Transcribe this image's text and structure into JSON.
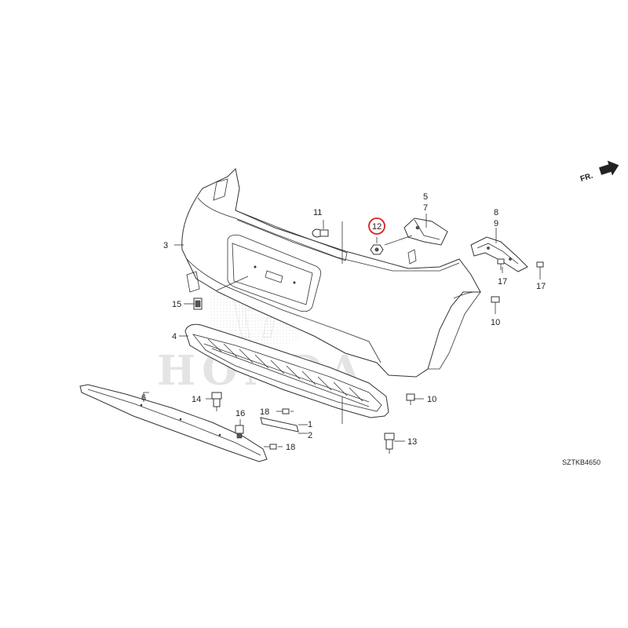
{
  "diagram": {
    "labels": {
      "p1": "1",
      "p2": "2",
      "p3": "3",
      "p4": "4",
      "p5": "5",
      "p6": "6",
      "p7": "7",
      "p8": "8",
      "p9": "9",
      "p10a": "10",
      "p10b": "10",
      "p11": "11",
      "p12": "12",
      "p13": "13",
      "p14": "14",
      "p15": "15",
      "p16": "16",
      "p17a": "17",
      "p17b": "17",
      "p18a": "18",
      "p18b": "18"
    },
    "highlighted_part": "12",
    "highlight_color": "#e02020",
    "direction_indicator": "FR.",
    "diagram_code": "SZTKB4650",
    "watermark": "HONDA"
  }
}
